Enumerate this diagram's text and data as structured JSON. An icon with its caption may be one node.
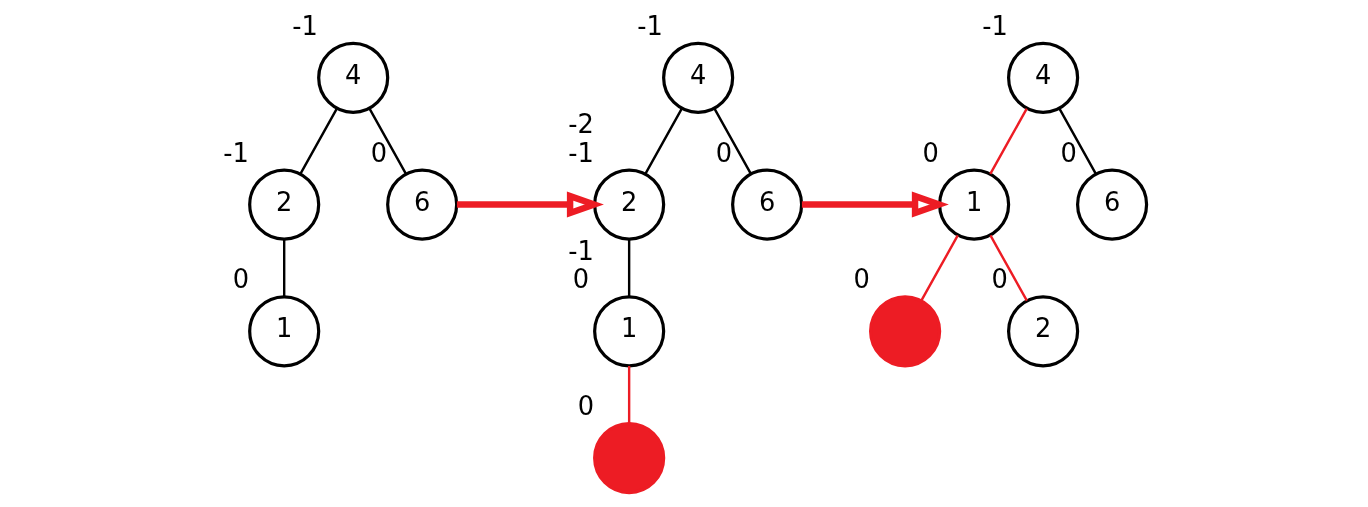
{
  "diagram": {
    "nodes": [
      {
        "text": [
          "4"
        ],
        "beside": [
          "-1"
        ]
      },
      {
        "text": [
          "2"
        ],
        "beside": [
          "-1"
        ]
      },
      {
        "text": [
          "6"
        ],
        "beside": [
          "0"
        ]
      },
      {
        "text": [
          "1"
        ],
        "beside": [
          "0"
        ]
      },
      {
        "text": [
          "4"
        ],
        "beside": [
          "-1"
        ]
      },
      {
        "text": [
          "2"
        ],
        "beside": [
          "-2",
          "-1"
        ]
      },
      {
        "text": [
          "6"
        ],
        "beside": [
          "0"
        ]
      },
      {
        "text": [
          "1"
        ],
        "beside": [
          "-1",
          "0"
        ]
      },
      {
        "text": [],
        "shape": "circle",
        "beside": [
          "0"
        ]
      },
      {
        "text": [
          "4"
        ],
        "beside": [
          "-1"
        ]
      },
      {
        "text": [
          "1"
        ],
        "beside": [
          "0"
        ]
      },
      {
        "text": [
          "6"
        ],
        "beside": [
          "0"
        ]
      },
      {
        "text": [],
        "shape": "circle",
        "beside": [
          "0"
        ]
      },
      {
        "text": [
          "2"
        ],
        "beside": [
          "0"
        ]
      }
    ],
    "edges": [
      {
        "from": 0,
        "to": 1,
        "arrow": "none"
      },
      {
        "from": 0,
        "to": 2,
        "arrow": "none"
      },
      {
        "from": 1,
        "to": 3,
        "arrow": "none"
      },
      {
        "from": 2,
        "to": 5,
        "arrow": "to",
        "style": "thick",
        "color": "#ed1c24"
      },
      {
        "from": 4,
        "to": 5,
        "arrow": "none"
      },
      {
        "from": 4,
        "to": 6,
        "arrow": "none"
      },
      {
        "from": 5,
        "to": 7,
        "arrow": "none"
      },
      {
        "from": 7,
        "to": 8,
        "arrow": "none",
        "color": "#ed1c24"
      },
      {
        "from": 6,
        "to": 10,
        "arrow": "to",
        "style": "thick",
        "color": "#ed1c24"
      },
      {
        "from": 9,
        "to": 10,
        "arrow": "none",
        "color": "#ed1c24"
      },
      {
        "from": 9,
        "to": 11,
        "arrow": "none"
      },
      {
        "from": 10,
        "to": 12,
        "arrow": "none",
        "color": "#ed1c24"
      },
      {
        "from": 10,
        "to": 13,
        "arrow": "none",
        "color": "#ed1c24"
      }
    ]
  }
}
